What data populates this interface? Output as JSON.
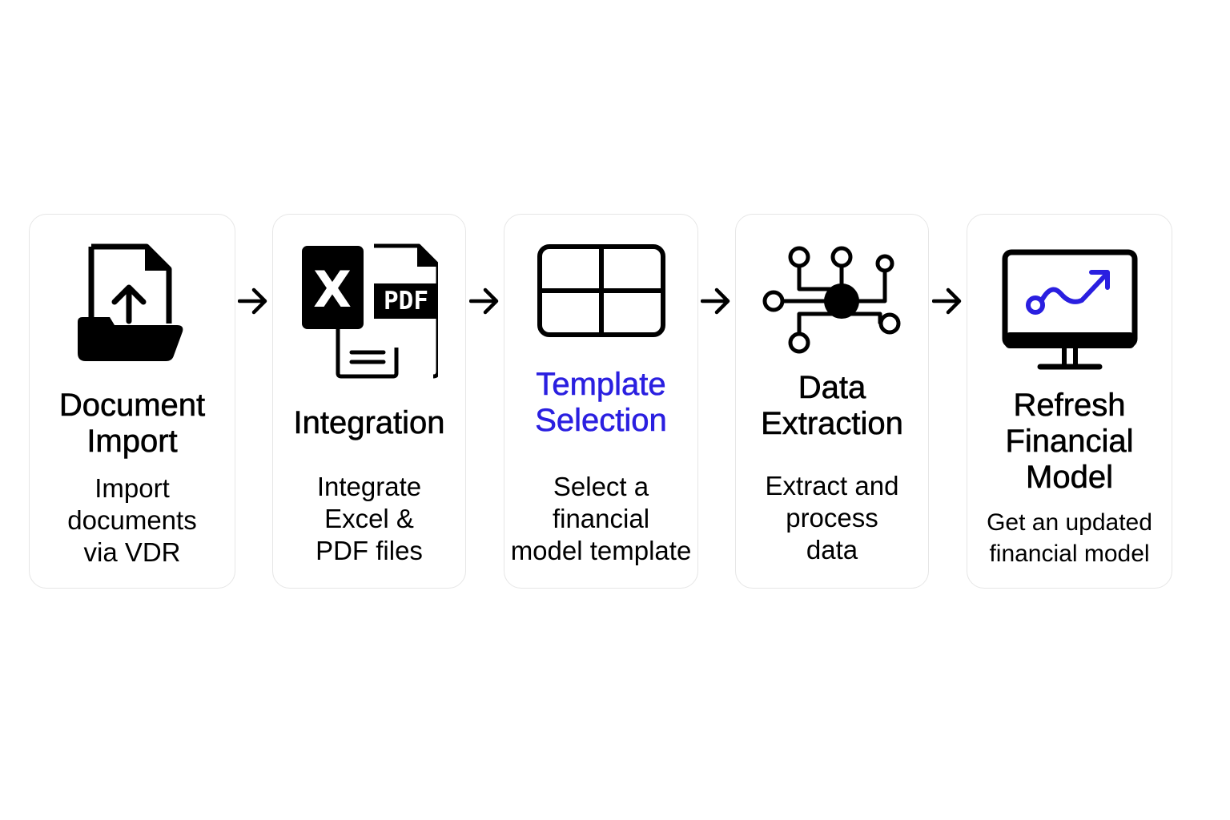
{
  "accent_color": "#2a1fe0",
  "steps": [
    {
      "icon": "folder-upload-icon",
      "title_lines": [
        "Document",
        "Import"
      ],
      "desc_lines": [
        "Import",
        "documents",
        "via VDR"
      ]
    },
    {
      "icon": "excel-pdf-icon",
      "icon_text": {
        "excel": "X",
        "pdf": "PDF"
      },
      "title_lines": [
        "Integration"
      ],
      "desc_lines": [
        "Integrate",
        "Excel &",
        "PDF files"
      ]
    },
    {
      "icon": "template-grid-icon",
      "title_lines": [
        "Template",
        "Selection"
      ],
      "title_highlighted": true,
      "desc_lines": [
        "Select a",
        "financial",
        "model template"
      ]
    },
    {
      "icon": "data-network-icon",
      "title_lines": [
        "Data",
        "Extraction"
      ],
      "desc_lines": [
        "Extract and",
        "process",
        "data"
      ]
    },
    {
      "icon": "monitor-chart-icon",
      "title_lines": [
        "Refresh",
        "Financial",
        "Model"
      ],
      "desc_lines": [
        "Get an updated",
        "financial model"
      ]
    }
  ],
  "arrows": [
    "arrow-right-icon",
    "arrow-right-icon",
    "arrow-right-icon",
    "arrow-right-icon"
  ]
}
